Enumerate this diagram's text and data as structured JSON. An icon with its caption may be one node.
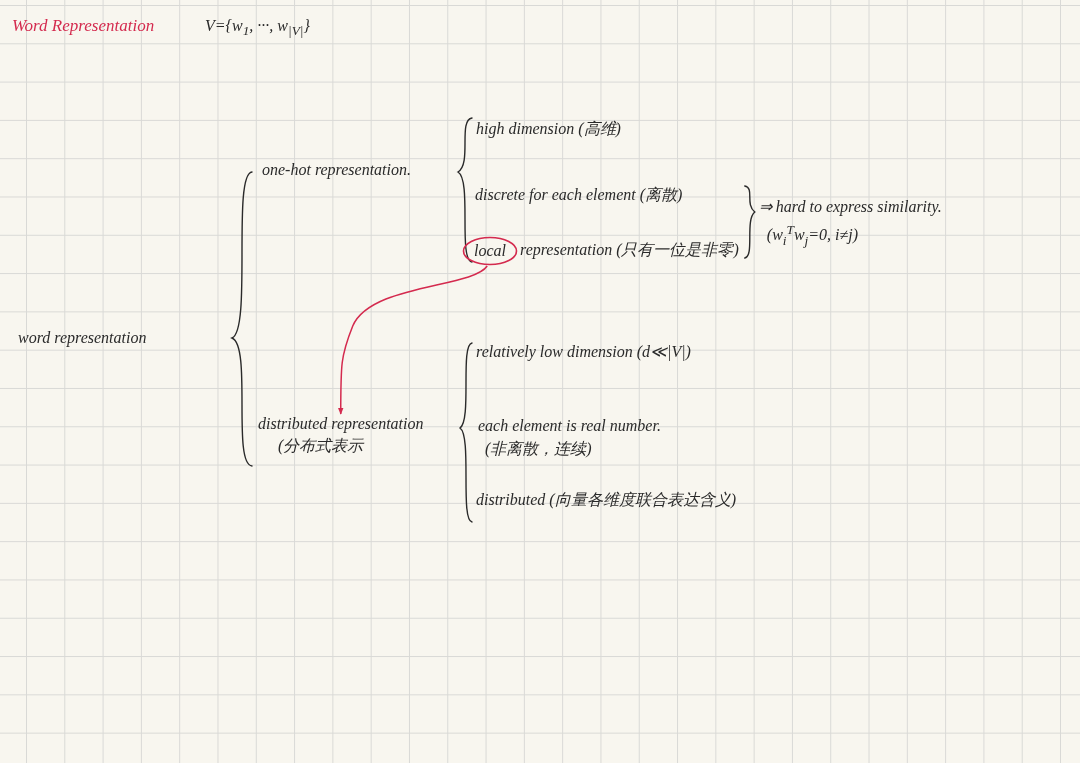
{
  "diagram": {
    "title": "Word Representation",
    "nodes": [
      {
        "text": [
          "local"
        ]
      },
      {
        "text": [
          "distributed representation",
          "(分布式表示"
        ]
      }
    ],
    "edges": [
      {
        "from": 0,
        "to": 1,
        "arrow": "to",
        "color": "#d42a4e"
      }
    ],
    "labels": [
      "V={w$_{1}$, ···, w$_{|V|}$}",
      "high dimension (高维)",
      "one-hot representation.",
      "discrete for each element (离散)",
      "⇒ hard to express similarity.",
      "(w$_{i}$$^{T}$w$_{j}$=0, i≠j)",
      "representation (只有一位是非零)",
      "word representation",
      "relatively low dimension (d≪|V|)",
      "each element is real number.",
      "(非离散，连续)",
      "distributed (向量各维度联合表达含义)"
    ]
  }
}
